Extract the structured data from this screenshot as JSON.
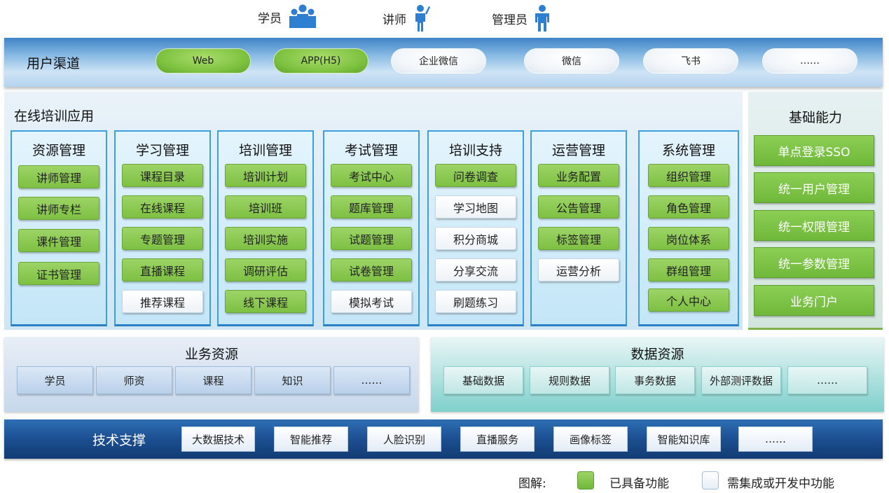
{
  "users": [
    {
      "label": "学员",
      "icon": "group-people-icon"
    },
    {
      "label": "讲师",
      "icon": "lecturer-icon"
    },
    {
      "label": "管理员",
      "icon": "admin-icon"
    }
  ],
  "channels": {
    "title": "用户渠道",
    "items": [
      {
        "label": "Web",
        "status": "ready"
      },
      {
        "label": "APP(H5)",
        "status": "ready"
      },
      {
        "label": "企业微信",
        "status": "todo"
      },
      {
        "label": "微信",
        "status": "todo"
      },
      {
        "label": "飞书",
        "status": "todo"
      },
      {
        "label": "……",
        "status": "todo"
      }
    ]
  },
  "online_app": {
    "title": "在线培训应用",
    "modules": [
      {
        "title": "资源管理",
        "items": [
          {
            "label": "讲师管理",
            "status": "ready"
          },
          {
            "label": "讲师专栏",
            "status": "ready"
          },
          {
            "label": "课件管理",
            "status": "ready"
          },
          {
            "label": "证书管理",
            "status": "ready"
          }
        ]
      },
      {
        "title": "学习管理",
        "items": [
          {
            "label": "课程目录",
            "status": "ready"
          },
          {
            "label": "在线课程",
            "status": "ready"
          },
          {
            "label": "专题管理",
            "status": "ready"
          },
          {
            "label": "直播课程",
            "status": "ready"
          },
          {
            "label": "推荐课程",
            "status": "todo"
          }
        ]
      },
      {
        "title": "培训管理",
        "items": [
          {
            "label": "培训计划",
            "status": "ready"
          },
          {
            "label": "培训班",
            "status": "ready"
          },
          {
            "label": "培训实施",
            "status": "ready"
          },
          {
            "label": "调研评估",
            "status": "ready"
          },
          {
            "label": "线下课程",
            "status": "ready"
          }
        ]
      },
      {
        "title": "考试管理",
        "items": [
          {
            "label": "考试中心",
            "status": "ready"
          },
          {
            "label": "题库管理",
            "status": "ready"
          },
          {
            "label": "试题管理",
            "status": "ready"
          },
          {
            "label": "试卷管理",
            "status": "ready"
          },
          {
            "label": "模拟考试",
            "status": "todo"
          }
        ]
      },
      {
        "title": "培训支持",
        "items": [
          {
            "label": "问卷调查",
            "status": "ready"
          },
          {
            "label": "学习地图",
            "status": "todo"
          },
          {
            "label": "积分商城",
            "status": "todo"
          },
          {
            "label": "分享交流",
            "status": "todo"
          },
          {
            "label": "刷题练习",
            "status": "todo"
          }
        ]
      },
      {
        "title": "运营管理",
        "items": [
          {
            "label": "业务配置",
            "status": "ready"
          },
          {
            "label": "公告管理",
            "status": "ready"
          },
          {
            "label": "标签管理",
            "status": "ready"
          },
          {
            "label": "运营分析",
            "status": "todo"
          }
        ]
      },
      {
        "title": "系统管理",
        "items": [
          {
            "label": "组织管理",
            "status": "ready"
          },
          {
            "label": "角色管理",
            "status": "ready"
          },
          {
            "label": "岗位体系",
            "status": "ready"
          },
          {
            "label": "群组管理",
            "status": "ready"
          },
          {
            "label": "个人中心",
            "status": "ready"
          }
        ]
      }
    ]
  },
  "basic": {
    "title": "基础能力",
    "items": [
      "单点登录SSO",
      "统一用户管理",
      "统一权限管理",
      "统一参数管理",
      "业务门户"
    ]
  },
  "business_resources": {
    "title": "业务资源",
    "items": [
      "学员",
      "师资",
      "课程",
      "知识",
      "……"
    ]
  },
  "data_resources": {
    "title": "数据资源",
    "items": [
      "基础数据",
      "规则数据",
      "事务数据",
      "外部测评数据",
      "……"
    ]
  },
  "tech": {
    "title": "技术支撑",
    "items": [
      "大数据技术",
      "智能推荐",
      "人脸识别",
      "直播服务",
      "画像标签",
      "智能知识库",
      "……"
    ]
  },
  "legend": {
    "label": "图解:",
    "ready_text": "已具备功能",
    "todo_text": "需集成或开发中功能",
    "ready_color": "#7ec043",
    "todo_color": "#eef3f7"
  }
}
